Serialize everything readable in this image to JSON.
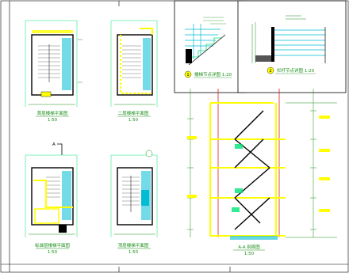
{
  "colors": {
    "background": "#ffffff",
    "frame": "#000000",
    "wall": "#ffff00",
    "stair": "#00e676",
    "handrail": "#00bcd4",
    "section_line": "#d00000",
    "dimension": "#00a000",
    "label": "#1a8f1a",
    "highlight": "#ffff00"
  },
  "detail_views": [
    {
      "tag": "1",
      "caption": "楼梯节点详图  1:20"
    },
    {
      "tag": "2",
      "caption": "栏杆节点详图  1:20"
    }
  ],
  "plan_views": [
    {
      "id": "plan-1",
      "caption": "首层楼梯平面图",
      "scale": "1:50"
    },
    {
      "id": "plan-2",
      "caption": "二层楼梯平面图",
      "scale": "1:50"
    },
    {
      "id": "plan-3",
      "caption": "标准层楼梯平面图",
      "scale": "1:50"
    },
    {
      "id": "plan-4",
      "caption": "顶层楼梯平面图",
      "scale": "1:50"
    }
  ],
  "section_view": {
    "caption": "A-A 剖面图",
    "scale": "1:50"
  },
  "section_marker": "A"
}
